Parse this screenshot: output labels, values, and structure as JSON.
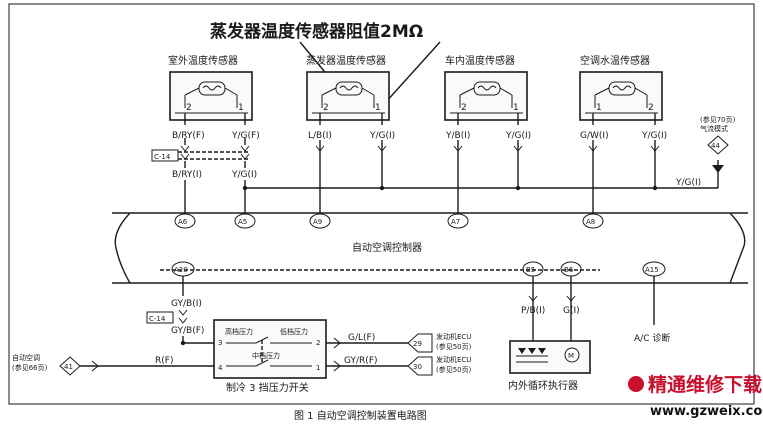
{
  "annotation": "蒸发器温度传感器阻值2MΩ",
  "sensors": [
    {
      "title": "室外温度传感器",
      "pin_left": "2",
      "pin_right": "1",
      "wire_left": "B/RY(F)",
      "wire_right": "Y/G(F)"
    },
    {
      "title": "蒸发器温度传感器",
      "pin_left": "2",
      "pin_right": "1",
      "wire_left": "L/B(I)",
      "wire_right": "Y/G(I)"
    },
    {
      "title": "车内温度传感器",
      "pin_left": "2",
      "pin_right": "1",
      "wire_left": "Y/B(I)",
      "wire_right": "Y/G(I)"
    },
    {
      "title": "空调水温传感器",
      "pin_left": "1",
      "pin_right": "2",
      "wire_left": "G/W(I)",
      "wire_right": "Y/G(I)"
    }
  ],
  "connector_c14": "C-14",
  "wires_below_connector": {
    "left": "B/RY(I)",
    "right": "Y/G(I)"
  },
  "right_ref": {
    "line1": "(参见70页)",
    "line2": "气流模式",
    "node": "44"
  },
  "yg_bus_label": "Y/G(I)",
  "controller": {
    "title": "自动空调控制器",
    "top_pins": [
      "A6",
      "A5",
      "A9",
      "A7",
      "A8"
    ],
    "bottom_pins": [
      "A20",
      "B5",
      "B6",
      "A15"
    ]
  },
  "bottom_left": {
    "wire_top": "GY/B(I)",
    "connector": "C-14",
    "wire_bottom": "GY/B(F)",
    "auto_ac_line1": "自动空调",
    "auto_ac_line2": "(参见66页)",
    "auto_ac_node": "41",
    "r_wire": "R(F)"
  },
  "pressure_switch": {
    "title": "制冷 3 挡压力开关",
    "high_label": "高档压力",
    "low_label": "低档压力",
    "mid_label": "中档压力",
    "pin3": "3",
    "pin2": "2",
    "pin4": "4",
    "pin1": "1",
    "out1": "G/L(F)",
    "out2": "GY/R(F)"
  },
  "ecu_refs": [
    {
      "node": "29",
      "line1": "发动机ECU",
      "line2": "(参见50页)"
    },
    {
      "node": "30",
      "line1": "发动机ECU",
      "line2": "(参见50页)"
    }
  ],
  "actuator": {
    "title": "内外循环执行器",
    "wire_left": "P/B(I)",
    "wire_right": "G(I)",
    "motor": "M"
  },
  "ac_amp": "A/C 诊断",
  "caption": "图 1    自动空调控制装置电路图",
  "watermark": {
    "cn": "精通维修下载",
    "url": "www.gzweix.com"
  }
}
